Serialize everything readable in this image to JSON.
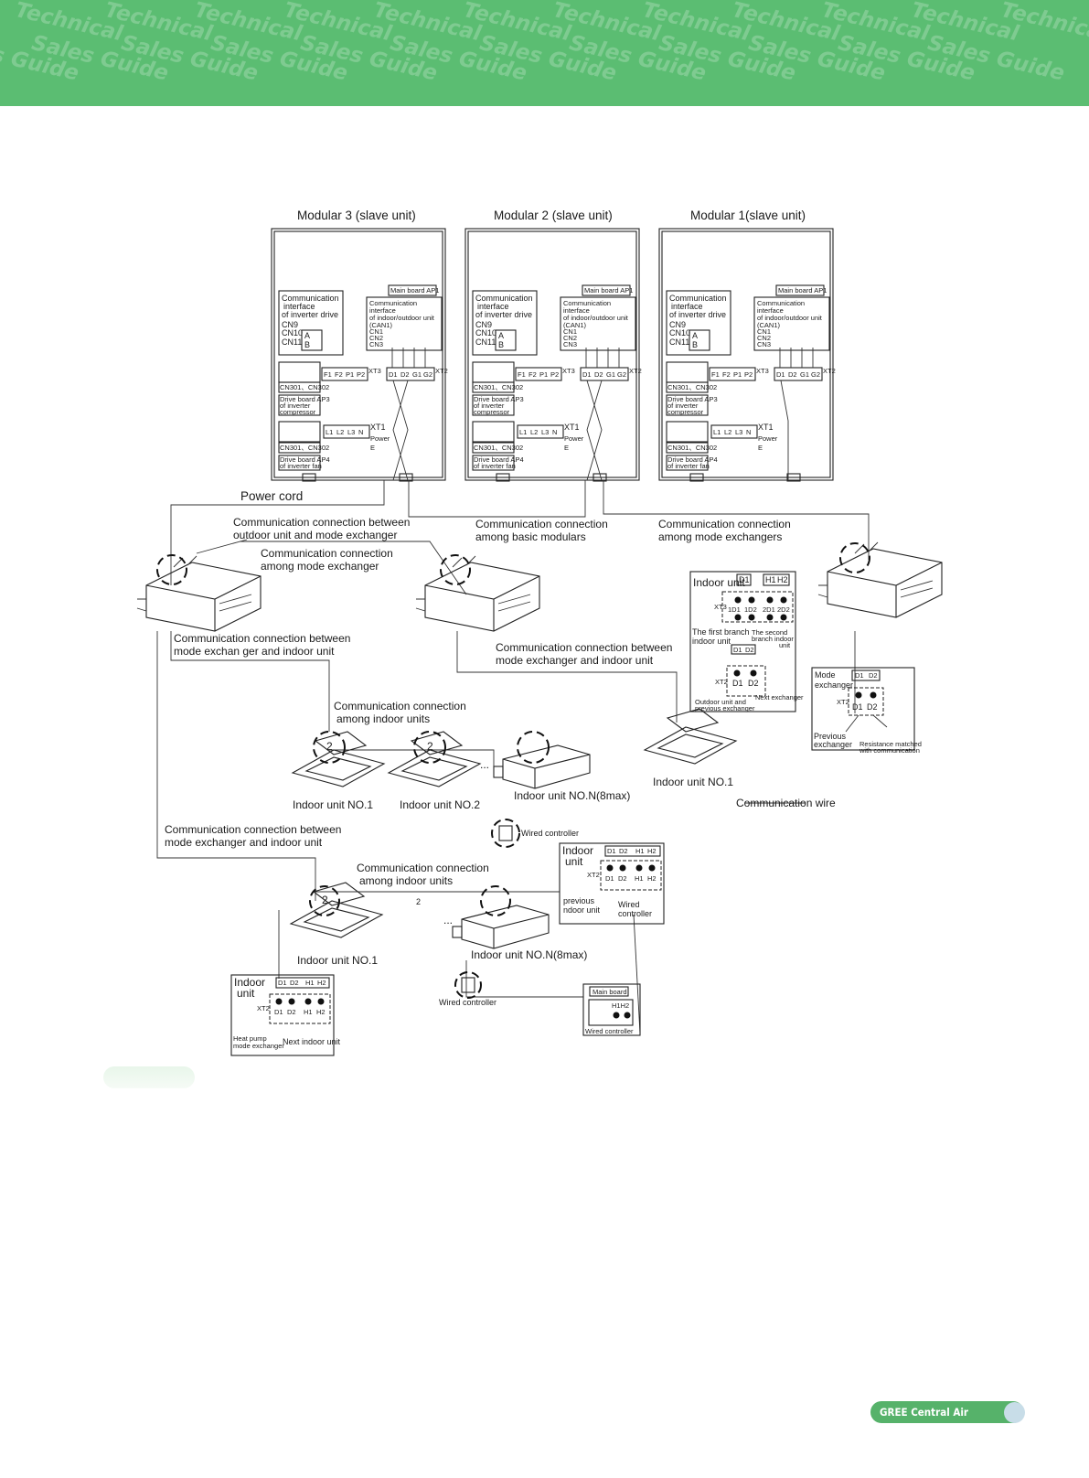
{
  "header": {
    "watermark_word1": "Technical",
    "watermark_word2": "Sales Guide",
    "banner_color": "#5bbd72"
  },
  "modules": [
    {
      "title": "Modular 3 (slave unit)"
    },
    {
      "title": "Modular 2 (slave unit)"
    },
    {
      "title": "Modular 1(slave unit)"
    }
  ],
  "module_labels": {
    "comm_inverter": [
      "Communication",
      "interface",
      "of inverter drive",
      "CN9",
      "CN10",
      "CN11"
    ],
    "main_board": "Main board AP1",
    "comm_indoor": [
      "Communication",
      "interface",
      "of indoor/outdoor unit",
      "(CAN1)",
      "CN1",
      "CN2",
      "CN3"
    ],
    "ab_a": "A",
    "ab_b": "B",
    "xt3_terms": [
      "F1",
      "F2",
      "P1",
      "P2"
    ],
    "xt3": "XT3",
    "xt2_terms": [
      "D1",
      "D2",
      "G1",
      "G2"
    ],
    "xt2": "XT2",
    "cn301": "CN301、CN302",
    "drive_ap3": [
      "Drive board AP3",
      "of inverter",
      "compressor"
    ],
    "power_terms": [
      "L1",
      "L2",
      "L3",
      "N"
    ],
    "xt1": "XT1",
    "power": "Power",
    "earth": "E",
    "drive_ap4": [
      "Drive board AP4",
      "of inverter fan"
    ]
  },
  "labels": {
    "power_cord": "Power cord",
    "comm_outdoor_mode": [
      "Communication connection between",
      "outdoor unit and mode exchanger"
    ],
    "comm_basic": [
      "Communication connection",
      "among basic modulars"
    ],
    "comm_mode_exchangers": [
      "Communication connection",
      "among mode exchangers"
    ],
    "comm_among_mode_exchanger": [
      "Communication connection",
      "among mode exchanger"
    ],
    "comm_mode_indoor_1": [
      "Communication connection between",
      "mode exchan ger and indoor unit"
    ],
    "comm_mode_indoor_2": [
      "Communication connection between",
      "mode exchanger and indoor unit"
    ],
    "comm_among_indoor_1": [
      "Communication connection",
      "among indoor units"
    ],
    "indoor_no1_a": "Indoor unit NO.1",
    "indoor_no2": "Indoor unit  NO.2",
    "indoor_non_a": "Indoor unit NO.N(8max)",
    "indoor_no1_right": "Indoor unit NO.1",
    "communication_wire": "Communication wire",
    "wired_controller_a": "Wired controller",
    "comm_mode_indoor_3": [
      "Communication connection between",
      "mode exchanger and indoor unit"
    ],
    "comm_among_indoor_2": [
      "Communication connection",
      "among indoor units"
    ],
    "indoor_no1_b": "Indoor unit NO.1",
    "indoor_non_b": "Indoor unit NO.N(8max)",
    "wired_controller_b": "Wired controller",
    "dots": "...",
    "two": "2"
  },
  "detail_indoor": {
    "title": "Indoor unit",
    "top": [
      "D1",
      "H1",
      "H2"
    ],
    "xt3": "XT3",
    "mid": [
      "1D1",
      "1D2",
      "2D1",
      "2D2"
    ],
    "first_branch": [
      "The first branch",
      "indoor unit"
    ],
    "second_branch": [
      "The second",
      "branch indoor",
      "unit"
    ],
    "d1d2": [
      "D1",
      "D2"
    ],
    "xt2": "XT2",
    "outdoor_prev": [
      "Outdoor unit and",
      "previous exchanger"
    ],
    "next_exchanger": "Next exchanger"
  },
  "detail_mode": {
    "title": [
      "Mode",
      "exchanger"
    ],
    "top": [
      "D1",
      "D2"
    ],
    "xt2": "XT2",
    "previous": [
      "Previous",
      "exchanger"
    ],
    "resistance": [
      "Resistance matched",
      "with communication"
    ]
  },
  "detail_indoor2": {
    "title": [
      "Indoor",
      "unit"
    ],
    "top": [
      "D1",
      "D2",
      "H1",
      "H2"
    ],
    "xt2": "XT2",
    "bottom": [
      "D1",
      "D2",
      "H1",
      "H2"
    ],
    "previous": [
      "previous",
      "ndoor unit"
    ],
    "wired": [
      "Wired",
      "controller"
    ]
  },
  "detail_indoor3": {
    "title": [
      "Indoor",
      "unit"
    ],
    "top": [
      "D1",
      "D2",
      "H1",
      "H2"
    ],
    "xt2": "XT2",
    "bottom": [
      "D1",
      "D2",
      "H1",
      "H2"
    ],
    "heat_pump": [
      "Heat pump",
      "mode exchanger"
    ],
    "next": "Next indoor unit"
  },
  "detail_main": {
    "main_board": "Main board",
    "h1h2": "H1H2",
    "wired": "Wired controller"
  },
  "footer": {
    "brand": "GREE Central Air Conditioners",
    "brand_color": "#56b26a"
  }
}
